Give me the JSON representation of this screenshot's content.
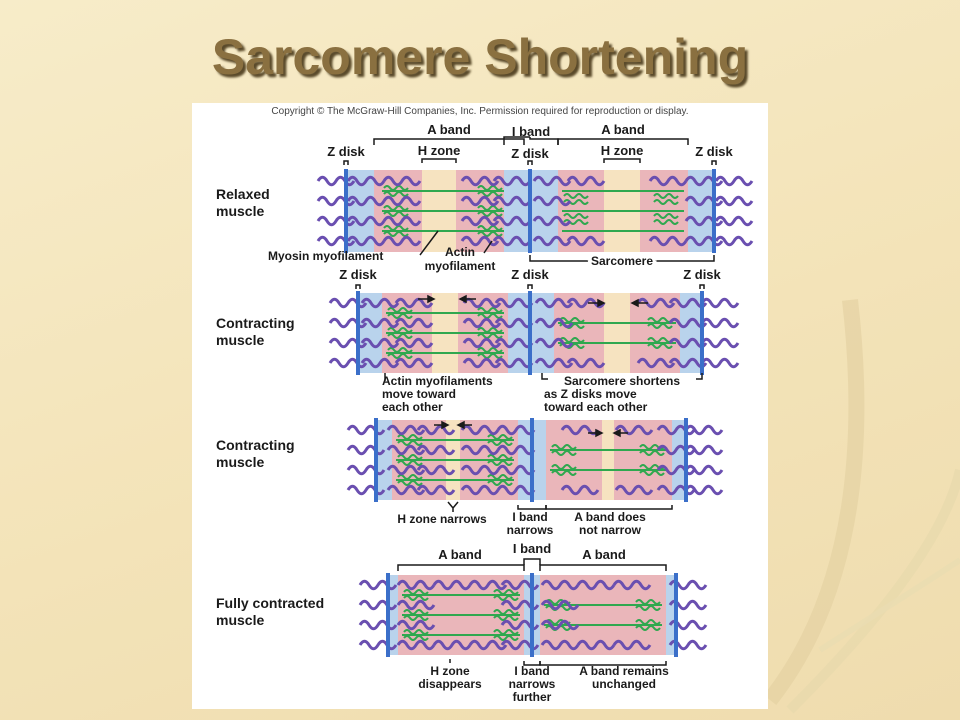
{
  "slide": {
    "title": "Sarcomere Shortening"
  },
  "figure": {
    "copyright": "Copyright © The McGraw-Hill Companies, Inc. Permission required for reproduction or display.",
    "panel_relaxed": {
      "state_label_1": "Relaxed",
      "state_label_2": "muscle",
      "a_band_left": "A band",
      "i_band": "I band",
      "a_band_right": "A band",
      "z_disk_left": "Z disk",
      "h_zone_left": "H zone",
      "z_disk_mid": "Z disk",
      "h_zone_right": "H zone",
      "z_disk_right": "Z disk",
      "myosin": "Myosin myofilament",
      "actin_1": "Actin",
      "actin_2": "myofilament",
      "sarcomere": "Sarcomere"
    },
    "panel_contracting_1": {
      "state_label_1": "Contracting",
      "state_label_2": "muscle",
      "z_disk_left": "Z disk",
      "z_disk_mid": "Z disk",
      "z_disk_right": "Z disk",
      "note_left_1": "Actin myofilaments",
      "note_left_2": "move toward",
      "note_left_3": "each other",
      "note_right_1": "Sarcomere shortens",
      "note_right_2": "as Z disks move",
      "note_right_3": "toward each other"
    },
    "panel_contracting_2": {
      "state_label_1": "Contracting",
      "state_label_2": "muscle",
      "h_zone_note": "H zone narrows",
      "i_band_1": "I band",
      "i_band_2": "narrows",
      "a_band_1": "A band does",
      "a_band_2": "not narrow"
    },
    "panel_full": {
      "state_label_1": "Fully contracted",
      "state_label_2": "muscle",
      "a_band_left": "A band",
      "i_band": "I band",
      "a_band_right": "A band",
      "h_zone_1": "H zone",
      "h_zone_2": "disappears",
      "i_band_1": "I band",
      "i_band_2": "narrows",
      "i_band_3": "further",
      "a_band_1": "A band remains",
      "a_band_2": "unchanged"
    }
  },
  "colors": {
    "title": "#8a7040",
    "i_band": "#b9d3ec",
    "a_band": "#eab6ba",
    "h_zone": "#f6e3c0",
    "myosin": "#2fa84f",
    "actin": "#6a4fb0",
    "z_disk": "#3b6fc9"
  }
}
